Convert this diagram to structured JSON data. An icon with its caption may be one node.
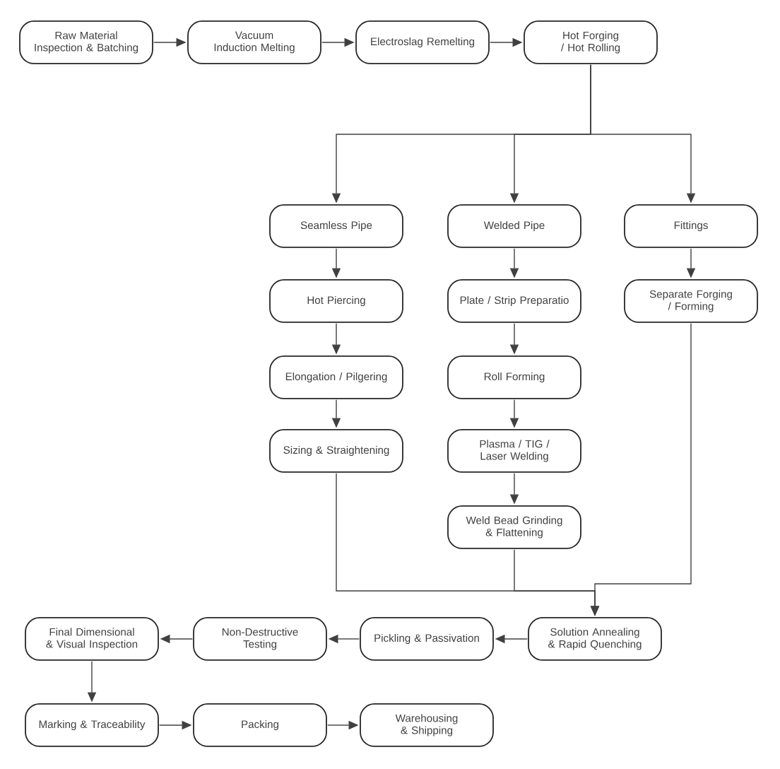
{
  "diagram": {
    "nodes": [
      {
        "text": [
          "Raw Material Inspection & Batching"
        ]
      },
      {
        "text": [
          "Vacuum Induction Melting"
        ]
      },
      {
        "text": [
          "Electroslag Remelting"
        ]
      },
      {
        "text": [
          "Hot Forging / Hot Rolling"
        ]
      },
      {
        "text": [
          "Seamless Pipe"
        ]
      },
      {
        "text": [
          "Welded Pipe"
        ]
      },
      {
        "text": [
          "Fittings"
        ]
      },
      {
        "text": [
          "Hot Piercing"
        ]
      },
      {
        "text": [
          "Plate / Strip Preparatio"
        ]
      },
      {
        "text": [
          "Separate Forging / Forming"
        ]
      },
      {
        "text": [
          "Elongation / Pilgering"
        ]
      },
      {
        "text": [
          "Roll Forming"
        ]
      },
      {
        "text": [
          "Sizing & Straightening"
        ]
      },
      {
        "text": [
          "Plasma / TIG / Laser Welding"
        ]
      },
      {
        "text": [
          "Weld Bead Grinding & Flattening"
        ]
      },
      {
        "text": [
          "Solution Annealing & Rapid Quenching"
        ]
      },
      {
        "text": [
          "Pickling & Passivation"
        ]
      },
      {
        "text": [
          "Non-Destructive Testing"
        ]
      },
      {
        "text": [
          "Final Dimensional & Visual Inspection"
        ]
      },
      {
        "text": [
          "Marking & Traceability"
        ]
      },
      {
        "text": [
          "Packing"
        ]
      },
      {
        "text": [
          "Warehousing & Shipping"
        ]
      }
    ],
    "edges": [
      {
        "from": 0,
        "to": 1,
        "arrow": "to"
      },
      {
        "from": 1,
        "to": 2,
        "arrow": "to"
      },
      {
        "from": 2,
        "to": 3,
        "arrow": "to"
      },
      {
        "from": 3,
        "to": 4,
        "arrow": "to"
      },
      {
        "from": 3,
        "to": 5,
        "arrow": "to"
      },
      {
        "from": 3,
        "to": 6,
        "arrow": "to"
      },
      {
        "from": 4,
        "to": 7,
        "arrow": "to"
      },
      {
        "from": 7,
        "to": 10,
        "arrow": "to"
      },
      {
        "from": 10,
        "to": 12,
        "arrow": "to"
      },
      {
        "from": 5,
        "to": 8,
        "arrow": "to"
      },
      {
        "from": 8,
        "to": 11,
        "arrow": "to"
      },
      {
        "from": 11,
        "to": 13,
        "arrow": "to"
      },
      {
        "from": 13,
        "to": 14,
        "arrow": "to"
      },
      {
        "from": 6,
        "to": 9,
        "arrow": "to"
      },
      {
        "from": 12,
        "to": 15,
        "arrow": "to"
      },
      {
        "from": 14,
        "to": 15,
        "arrow": "to"
      },
      {
        "from": 9,
        "to": 15,
        "arrow": "to"
      },
      {
        "from": 15,
        "to": 16,
        "arrow": "to"
      },
      {
        "from": 16,
        "to": 17,
        "arrow": "to"
      },
      {
        "from": 17,
        "to": 18,
        "arrow": "to"
      },
      {
        "from": 18,
        "to": 19,
        "arrow": "to"
      },
      {
        "from": 19,
        "to": 20,
        "arrow": "to"
      },
      {
        "from": 20,
        "to": 21,
        "arrow": "to"
      }
    ]
  }
}
